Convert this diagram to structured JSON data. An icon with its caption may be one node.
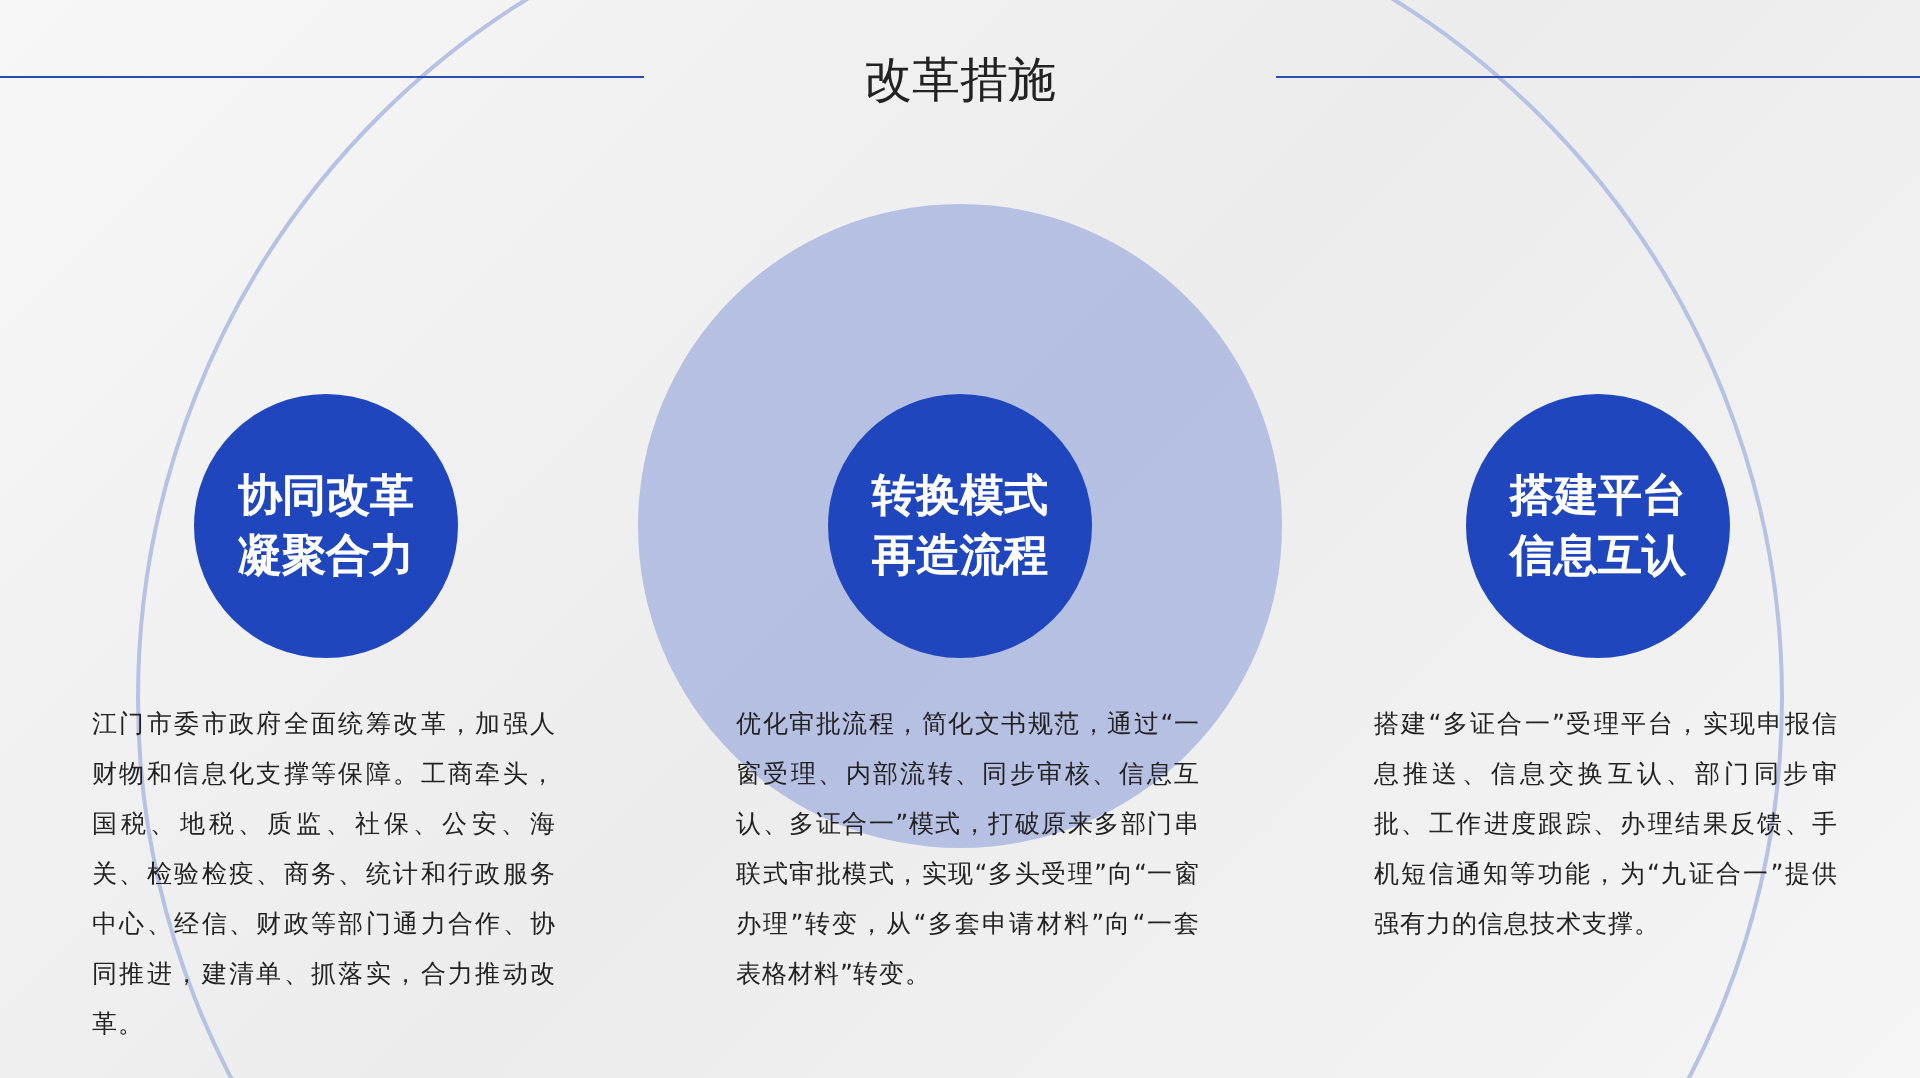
{
  "diagram": {
    "title": "改革措施",
    "nodes": [
      {
        "text": [
          "协同改革凝聚合力"
        ],
        "beside": [
          "江门市委市政府全面统筹改革，加强人财物和信息化支撑等保障。工商牵头，国税、地税、质监、社保、公安、海关、检验检疫、商务、统计和行政服务中心、经信、财政等部门通力合作、协同推进，建清单、抓落实，合力推动改革。"
        ]
      },
      {
        "text": [
          "转换模式再造流程"
        ],
        "beside": [
          "优化审批流程，简化文书规范，通过“一窗受理、内部流转、同步审核、信息互认、多证合一”模式，打破原来多部门串联式审批模式，实现“多头受理”向“一窗办理”转变，从“多套申请材料”向“一套表格材料”转变。"
        ]
      },
      {
        "text": [
          "搭建平台信息互认"
        ],
        "beside": [
          "搭建“多证合一”受理平台，实现申报信息推送、信息交换互认、部门同步审批、工作进度跟踪、办理结果反馈、手机短信通知等功能，为“九证合一”提供强有力的信息技术支撑。"
        ]
      }
    ]
  }
}
